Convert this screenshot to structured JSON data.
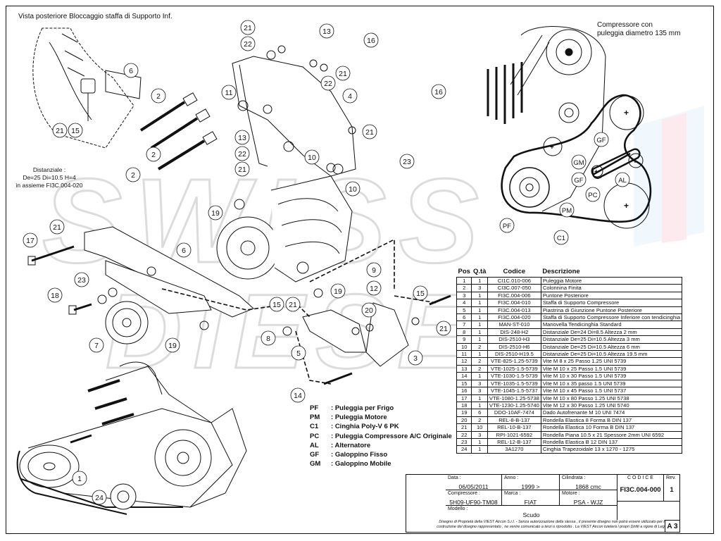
{
  "header": {
    "view_title": "Vista posteriore Bloccaggio staffa di Supporto Inf.",
    "compressor_note_line1": "Compressore con",
    "compressor_note_line2": "puleggia diametro 135 mm",
    "spacer_note_line1": "Distanziale :",
    "spacer_note_line2": "De=25 Di=10.5 H=4",
    "spacer_note_line3": "in assieme FI3C.004-020"
  },
  "watermark": {
    "line1": "SWISS",
    "line2": "DIESEL"
  },
  "callouts": [
    "1",
    "2",
    "3",
    "4",
    "5",
    "6",
    "7",
    "8",
    "9",
    "10",
    "11",
    "12",
    "13",
    "14",
    "15",
    "16",
    "17",
    "18",
    "19",
    "20",
    "21",
    "22",
    "23",
    "24"
  ],
  "belt_labels": [
    "GF",
    "GM",
    "GF",
    "PC",
    "AL",
    "PM",
    "PF",
    "C1"
  ],
  "parts_table": {
    "headers": [
      "Pos",
      "Q.tà",
      "Codice",
      "Descrizione"
    ],
    "rows": [
      [
        "1",
        "1",
        "CI1C.010-006",
        "Puleggia Motore"
      ],
      [
        "2",
        "3",
        "CI3C.007-050",
        "Colonnina Finita"
      ],
      [
        "3",
        "1",
        "FI3C.004-006",
        "Puntone Posteriore"
      ],
      [
        "4",
        "1",
        "FI3C.004-010",
        "Staffa di Supporto Compressore"
      ],
      [
        "5",
        "1",
        "FI3C.004-013",
        "Piastrina di Giunzione Puntone Posteriore"
      ],
      [
        "6",
        "1",
        "FI3C.004-020",
        "Staffa di Supporto Compressore Inferiore con tendicinghia"
      ],
      [
        "7",
        "1",
        "MAN-ST-010",
        "Manovella Tendicinghia Standard"
      ],
      [
        "8",
        "1",
        "DIS-248-H2",
        "Distanziale De=24 Di=8.5 Altezza 2 mm"
      ],
      [
        "9",
        "1",
        "DIS-2510-H3",
        "Distanziale De=25 Di=10.5 Altezza 3 mm"
      ],
      [
        "10",
        "2",
        "DIS-2510-H6",
        "Distanziale De=25 Di=10.5 Altezza 6 mm"
      ],
      [
        "11",
        "1",
        "DIS-2510-H19.5",
        "Distanziale De=25 Di=10.5 Altezza 19.5 mm"
      ],
      [
        "12",
        "2",
        "VTE-825-1.25-5739",
        "Vite M 8 x 25 Passo 1.25 UNI 5739"
      ],
      [
        "13",
        "2",
        "VTE-1025-1.5-5739",
        "Vite M 10 x 25 Passo 1.5 UNI 5739"
      ],
      [
        "14",
        "1",
        "VTE-1030-1.5-5739",
        "Vite M 10 x 30 Passo 1.5 UNI 5739"
      ],
      [
        "15",
        "3",
        "VTE-1035-1.5-5739",
        "Vite M 10 x 35 passo 1.5 UNI 5739"
      ],
      [
        "16",
        "3",
        "VTE-1045-1.5-5737",
        "Vite M 10 x 45 Passo 1.5 UNI 5737"
      ],
      [
        "17",
        "1",
        "VTE-1080-1.25-5738",
        "Vite M 10 x 80 Passo 1.25 UNI 5738"
      ],
      [
        "18",
        "1",
        "VTE-1230-1.25-5740",
        "Vite M 12 x 30 Passo 1.25 UNI 5740"
      ],
      [
        "19",
        "6",
        "DDO-10AF-7474",
        "Dado Autofrenante M 10 UNI 7474"
      ],
      [
        "20",
        "2",
        "REL-8-B-137",
        "Rondella Elastica 8 Forma B DIN 137"
      ],
      [
        "21",
        "10",
        "REL-10-B-137",
        "Rondella Elastica 10 Forma B DIN 137"
      ],
      [
        "22",
        "3",
        "RPI-1021-6592",
        "Rondella Piana 10.5 x 21 Spessore 2mm  UNI 6592"
      ],
      [
        "23",
        "1",
        "REL-12-B-137",
        "Rondella Elastica B 12 DIN 137"
      ],
      [
        "24",
        "1",
        "3A1270",
        "Cinghia Trapezoidale 13 x 1270 - 1275"
      ]
    ]
  },
  "legend": [
    {
      "abbr": "PF",
      "text": "Puleggia per Frigo"
    },
    {
      "abbr": "PM",
      "text": "Puleggia Motore"
    },
    {
      "abbr": "C1",
      "text": "Cinghia Poly-V 6 PK"
    },
    {
      "abbr": "PC",
      "text": "Puleggia Compressore A/C Originale"
    },
    {
      "abbr": "AL",
      "text": "Alternatore"
    },
    {
      "abbr": "GF",
      "text": "Galoppino Fisso"
    },
    {
      "abbr": "GM",
      "text": "Galoppino Mobile"
    }
  ],
  "title_block": {
    "data_label": "Data :",
    "data_value": "06/05/2011",
    "anno_label": "Anno :",
    "anno_value": "1999 >",
    "cilindrata_label": "Cilindrata :",
    "cilindrata_value": "1868 cmc",
    "codice_label": "C O D I C E",
    "codice_value": "FI3C.004-000",
    "rev_label": "Rev.",
    "rev_value": "1",
    "compressore_label": "Compressore :",
    "compressore_value": "5H09-UF90-TM08",
    "marca_label": "Marca :",
    "marca_value": "FIAT",
    "motore_label": "Motore :",
    "motore_value": "PSA - WJZ",
    "modello_label": "Modello :",
    "modello_value": "Scudo",
    "format": "A 3",
    "disclaimer": "Disegno di Proprietà della VIEST Aircon S.r.l. - Senza autorizzazione della stessa , il presente disegno non potrà essere utilizzato per la costruzione del disegno rappresentato , ne venire comunicato a terzi o riprodotto . La VIEST Aircon tutelerà i propri Diritti a rigore di Legge"
  }
}
